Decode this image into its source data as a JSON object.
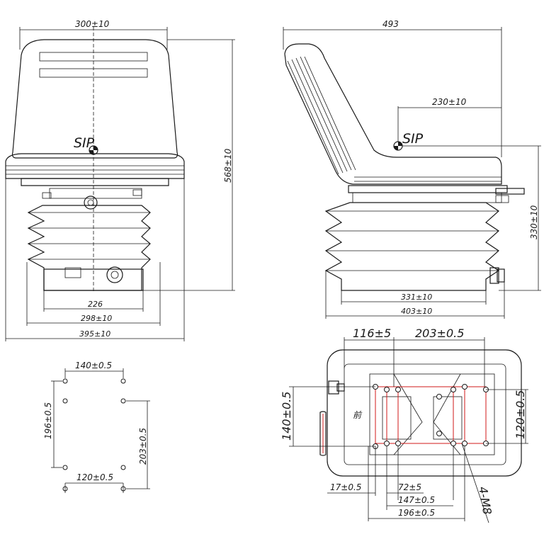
{
  "front_view": {
    "width_top": "300±10",
    "height_total": "568±10",
    "sip_label": "SIP",
    "base_inner": "226",
    "base_mid": "298±10",
    "base_outer": "395±10"
  },
  "side_view": {
    "depth_total": "493",
    "sip_offset": "230±10",
    "sip_label": "SIP",
    "sip_height": "330±10",
    "base_inner": "331±10",
    "base_outer": "403±10"
  },
  "mount_pattern": {
    "top_spacing": "140±0.5",
    "left_vertical": "196±0.5",
    "right_vertical": "203±0.5",
    "bottom_spacing": "120±0.5"
  },
  "bottom_view": {
    "offset_a": "116±5",
    "offset_b": "203±0.5",
    "left_vertical": "140±0.5",
    "right_vertical": "120±0.5",
    "bottom_17": "17±0.5",
    "bottom_72": "72±5",
    "bottom_147": "147±0.5",
    "bottom_196": "196±0.5",
    "bolt_spec": "4-M8",
    "stamp": "前"
  }
}
